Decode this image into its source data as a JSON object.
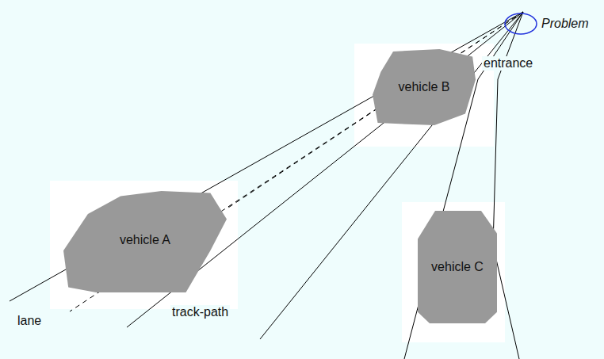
{
  "diagram": {
    "nodes": [
      {
        "text": [
          "vehicle A"
        ]
      },
      {
        "text": [
          "vehicle B"
        ]
      },
      {
        "text": [
          "vehicle C"
        ]
      }
    ],
    "labels": [
      "Problem",
      "entrance",
      "lane",
      "track-path"
    ]
  }
}
